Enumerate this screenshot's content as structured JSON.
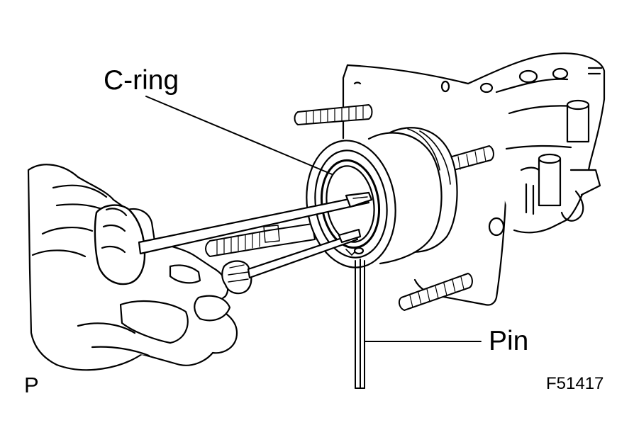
{
  "callouts": {
    "c_ring": "C-ring",
    "pin": "Pin"
  },
  "figure_code": "F51417",
  "corner_mark": "P",
  "colors": {
    "ink": "#000000",
    "paper": "#ffffff"
  }
}
